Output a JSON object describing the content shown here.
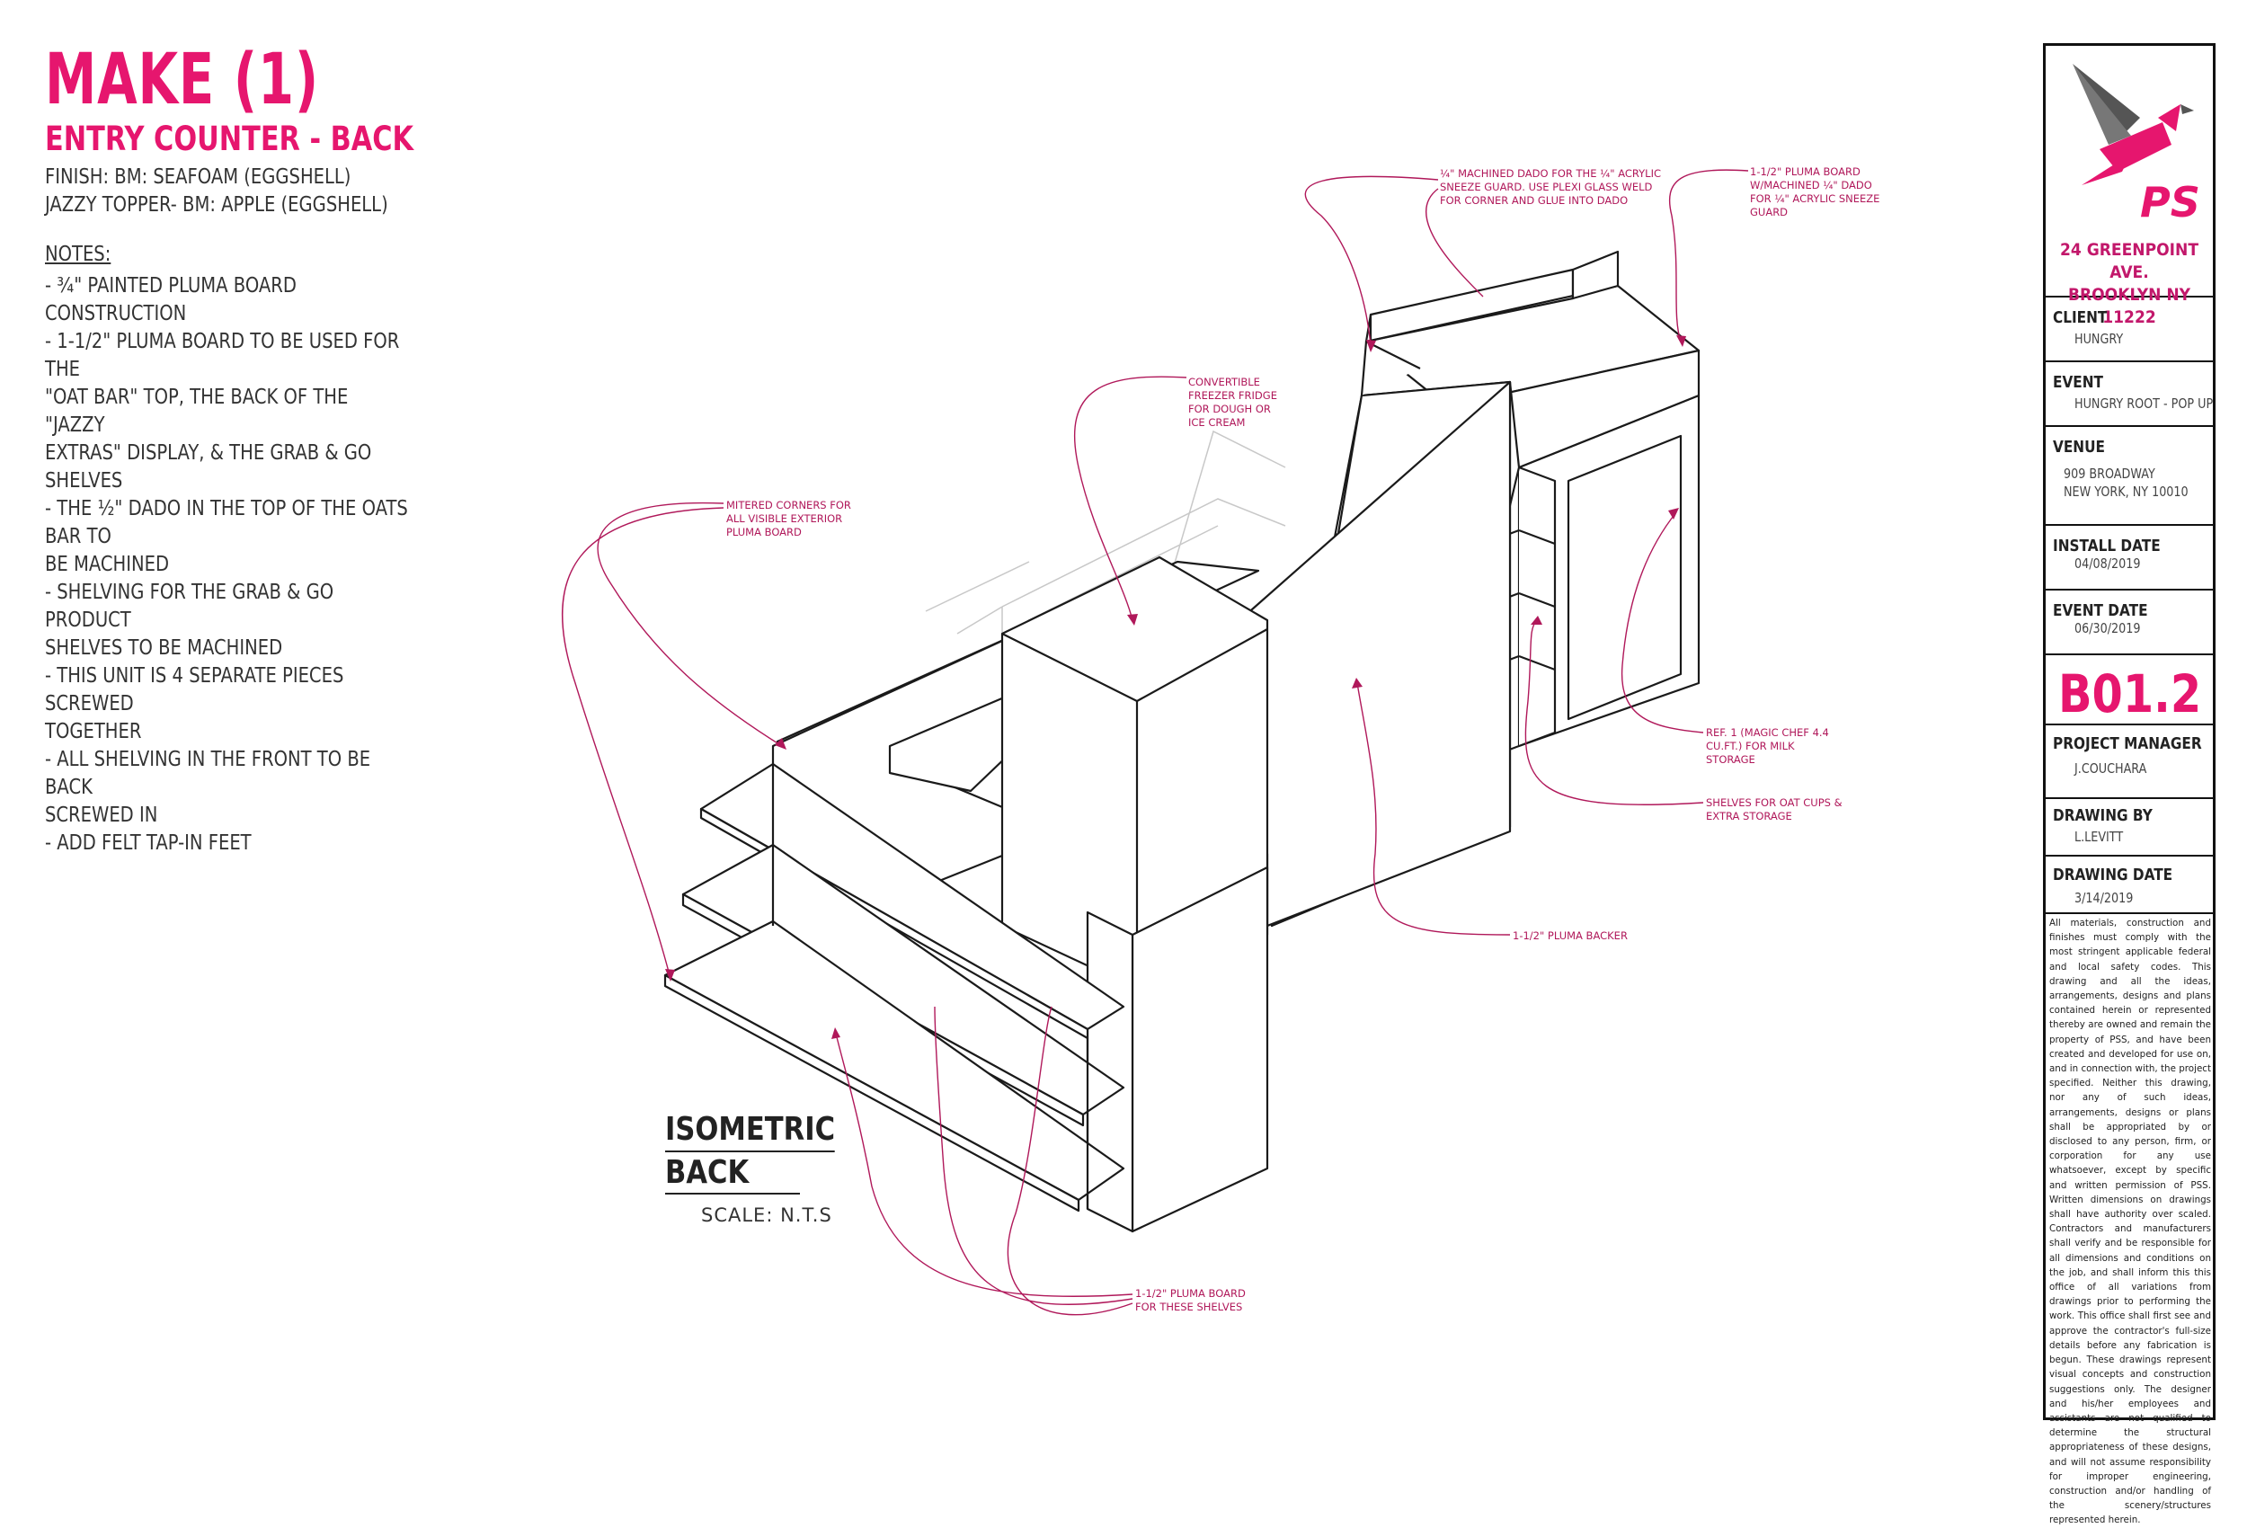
{
  "header": {
    "title": "MAKE (1)",
    "subtitle": "ENTRY COUNTER - BACK",
    "finish_1": "FINISH: BM: SEAFOAM (EGGSHELL)",
    "finish_2": "JAZZY TOPPER- BM: APPLE (EGGSHELL)"
  },
  "notes": {
    "heading": "NOTES:",
    "items": [
      "- ¾\" PAINTED PLUMA BOARD CONSTRUCTION",
      "- 1-1/2\" PLUMA BOARD TO BE USED FOR THE",
      "\"OAT BAR\" TOP, THE BACK OF THE \"JAZZY",
      "EXTRAS\" DISPLAY, & THE GRAB & GO SHELVES",
      "- THE ½\" DADO IN THE TOP OF THE OATS BAR TO",
      "BE MACHINED",
      "- SHELVING FOR THE GRAB & GO PRODUCT",
      "SHELVES TO BE MACHINED",
      "- THIS UNIT IS 4 SEPARATE PIECES SCREWED",
      "TOGETHER",
      "- ALL SHELVING IN THE FRONT TO BE BACK",
      "SCREWED IN",
      "- ADD FELT TAP-IN FEET"
    ]
  },
  "annotations": {
    "dado": [
      "¼\" MACHINED DADO FOR THE ¼\" ACRYLIC",
      "SNEEZE GUARD. USE PLEXI GLASS WELD",
      "FOR CORNER AND GLUE INTO DADO"
    ],
    "pluma_board": [
      "1-1/2\" PLUMA BOARD",
      "W/MACHINED ¼\" DADO",
      "FOR ¼\" ACRYLIC SNEEZE",
      "GUARD"
    ],
    "freezer": [
      "CONVERTIBLE",
      "FREEZER FRIDGE",
      "FOR DOUGH OR",
      "ICE CREAM"
    ],
    "mitered": [
      "MITERED CORNERS FOR",
      "ALL VISIBLE EXTERIOR",
      "PLUMA BOARD"
    ],
    "fridge": [
      "REF. 1 (MAGIC CHEF 4.4",
      "CU.FT.) FOR MILK",
      "STORAGE"
    ],
    "shelves": [
      "SHELVES FOR OAT CUPS &",
      "EXTRA STORAGE"
    ],
    "backer": [
      "1-1/2\" PLUMA BACKER"
    ],
    "bottom_shelves": [
      "1-1/2\" PLUMA BOARD",
      "FOR THESE SHELVES"
    ]
  },
  "view": {
    "title_line1": "ISOMETRIC",
    "title_line2": "BACK",
    "scale": "SCALE:  N.T.S"
  },
  "title_block": {
    "logo_text": "PS",
    "address_line1": "24 GREENPOINT AVE.",
    "address_line2": "BROOKLYN NY 11222",
    "client_label": "CLIENT",
    "client": "HUNGRY",
    "event_label": "EVENT",
    "event": "HUNGRY ROOT - POP UP",
    "venue_label": "VENUE",
    "venue_line1": "909 BROADWAY",
    "venue_line2": "NEW YORK, NY 10010",
    "install_label": "INSTALL DATE",
    "install_date": "04/08/2019",
    "event_date_label": "EVENT DATE",
    "event_date": "06/30/2019",
    "sheet_number": "B01.2",
    "pm_label": "PROJECT MANAGER",
    "pm": "J.COUCHARA",
    "drawn_label": "DRAWING BY",
    "drawn_by": "L.LEVITT",
    "drawing_date_label": "DRAWING DATE",
    "drawing_date": "3/14/2019",
    "disclaimer": "All materials, construction and finishes must comply with the most stringent applicable federal and local safety codes. This drawing and all the ideas, arrangements, designs and plans contained herein or represented thereby are owned and remain the property of PSS, and have been created and developed for use on, and in connection with, the project specified. Neither this drawing, nor any of such ideas, arrangements, designs or plans shall be appropriated by or disclosed to any person, firm, or corporation for any use whatsoever, except by specific and written permission of PSS. Written dimensions on drawings shall have authority over scaled. Contractors and manufacturers shall verify and be responsible for all dimensions and conditions on the job, and shall inform this this office of all variations from drawings prior to performing the work. This office shall first see and approve the contractor's full-size details before any fabrication is begun. These drawings represent visual concepts and construction suggestions only. The designer and his/her employees and assistants are not qualified to determine the structural appropriateness of these designs, and will not assume responsibility for improper engineering, construction and/or handling of the scenery/structures represented herein."
  },
  "colors": {
    "brand": "#e6166e",
    "annotation": "#b0185a",
    "logo_gray": "#555555"
  }
}
